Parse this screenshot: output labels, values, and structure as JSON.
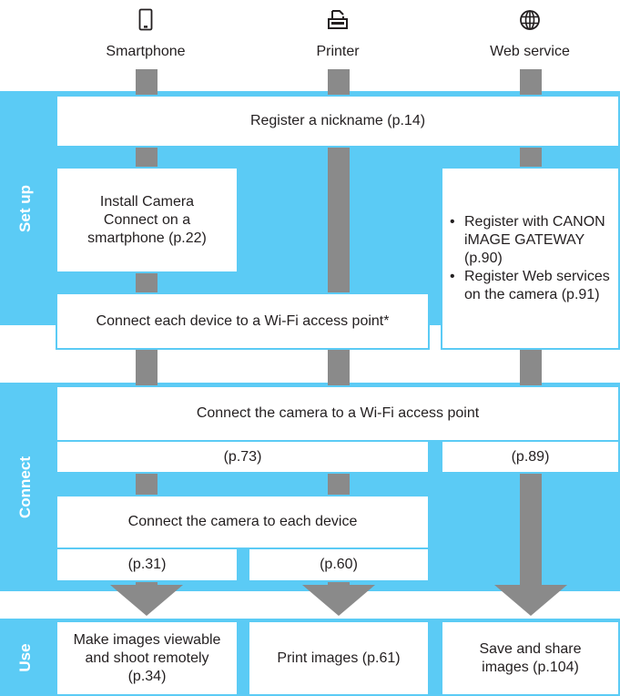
{
  "columns": [
    {
      "label": "Smartphone",
      "icon": "smartphone-icon"
    },
    {
      "label": "Printer",
      "icon": "printer-icon"
    },
    {
      "label": "Web service",
      "icon": "globe-icon"
    }
  ],
  "sections": {
    "setup": "Set up",
    "connect": "Connect",
    "use": "Use"
  },
  "boxes": {
    "register_nickname": "Register a nickname (p.14)",
    "install_camera_connect": "Install Camera Connect on a smartphone (p.22)",
    "connect_device_wifi": "Connect each device to a Wi-Fi access point*",
    "web_items": [
      "Register with CANON iMAGE GATEWAY (p.90)",
      "Register Web services on the camera (p.91)"
    ],
    "connect_camera_wifi": "Connect the camera to a Wi-Fi access point",
    "ref_p73": "(p.73)",
    "ref_p89": "(p.89)",
    "connect_camera_device": "Connect the camera to each device",
    "ref_p31": "(p.31)",
    "ref_p60": "(p.60)",
    "use_smartphone": "Make images viewable and shoot remotely (p.34)",
    "use_printer": "Print images (p.61)",
    "use_web": "Save and share images (p.104)"
  },
  "colors": {
    "band": "#5bcbf5",
    "bar": "#8a8a8a",
    "text": "#231f20"
  }
}
